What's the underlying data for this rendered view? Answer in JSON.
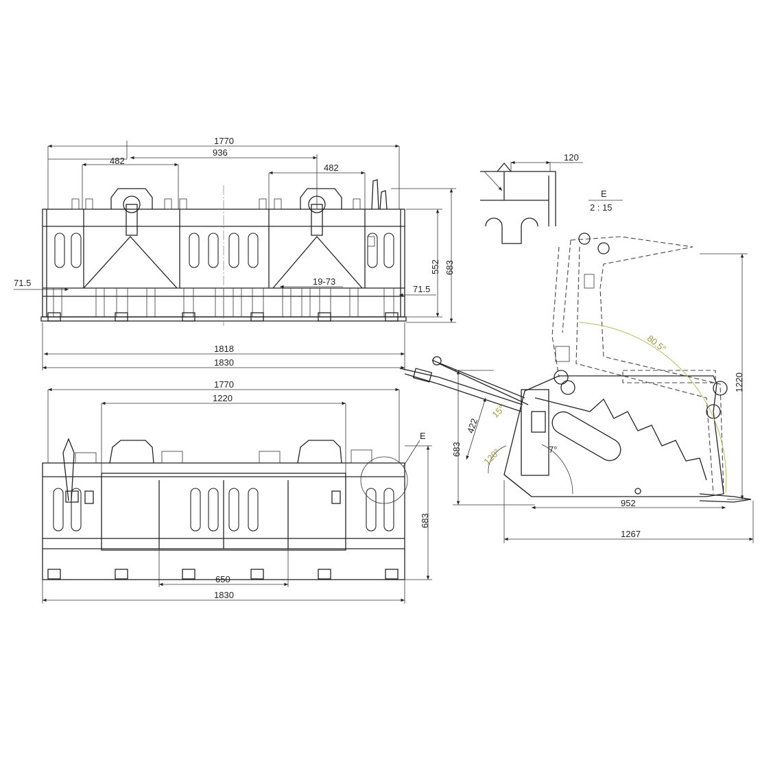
{
  "front_view": {
    "dim_overall_top": "1770",
    "dim_center_span": "936",
    "dim_mount_left": "482",
    "dim_mount_right": "482",
    "dim_height_inner": "552",
    "dim_height_total": "683",
    "dim_edge_left": "71.5",
    "dim_edge_right": "71.5",
    "dim_hole_range": "19-73",
    "dim_width_inner": "1818",
    "dim_width_total": "1830"
  },
  "rear_view": {
    "dim_overall_top": "1770",
    "dim_frame_span": "1220",
    "dim_height": "683",
    "dim_bottom_span": "650",
    "dim_width_total": "1830",
    "detail_callout": "E"
  },
  "detail_e": {
    "dim_width": "120",
    "label": "E",
    "scale": "2 : 15"
  },
  "side_view": {
    "dim_height_open": "1220",
    "dim_height_closed": "683",
    "dim_arm_length": "422",
    "dim_base_length": "952",
    "dim_total_length": "1267",
    "angle_open": "80.5°",
    "angle_mount_a": "15°",
    "angle_mount_b": "120°",
    "angle_tine": "7°"
  },
  "colors": {
    "line": "#222222",
    "angle_annotation": "#9a9a3a"
  }
}
